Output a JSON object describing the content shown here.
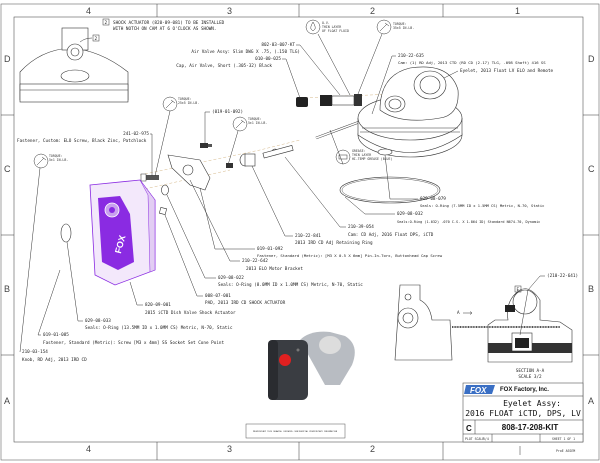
{
  "zones": {
    "columns": [
      "4",
      "3",
      "2",
      "1"
    ],
    "rows": [
      "D",
      "C",
      "B",
      "A"
    ]
  },
  "note": {
    "marker": "2",
    "line1": "SHOCK ACTUATOR (820-09-081) TO BE INSTALLED",
    "line2": "WITH NOTCH ON CAM AT 6 O'CLOCK AS SHOWN."
  },
  "note_callout": "2",
  "symbols": {
    "ov": [
      "O.V.",
      "THIN LAYER",
      "OF FLOAT FLUID"
    ],
    "torque_top": [
      "TORQUE:",
      "35±5 IN.LB."
    ],
    "torque_a": [
      "TORQUE:",
      "25±5 IN.LB."
    ],
    "torque_b": [
      "TORQUE:",
      "5±1 IN.LB."
    ],
    "torque_c": [
      "TORQUE:",
      "5±1 IN.LB."
    ],
    "grease": [
      "GREASE:",
      "THIN LAYER",
      "HI-TEMP GREASE (BLUE)"
    ]
  },
  "callouts": [
    {
      "part": "802-03-007-KT",
      "desc": "Air Valve Assy: Slim DWG X .75, (.150 TLG)"
    },
    {
      "part": "010-00-025",
      "desc": "Cap, Air Valve, Short (.305-32) Black"
    },
    {
      "part": "210-22-635",
      "desc": "Cam: (1) RD Adj, 2013 CTD (RD CD (2.17) TLG, .098 Shaft) 416 SS"
    },
    {
      "part": "",
      "desc": "Eyelet, 2013 Float LV ELO and Remote"
    },
    {
      "part": "(019-01-092)",
      "desc": ""
    },
    {
      "part": "241-02-975",
      "desc": "Fastener, Custom: ELO Screw, Black Zinc, Patchlock"
    },
    {
      "part": "029-08-079",
      "desc": "Seals: O-Ring (7.5MM ID x 1.5MM CS) Metric, N-70, Static"
    },
    {
      "part": "029-08-032",
      "desc": "Seals:O-Ring (1-032) .070 C.S. X 1.864 ID) Standard N674-70, Dynamic"
    },
    {
      "part": "210-39-054",
      "desc": "Cam: CD Adj, 2016 Float DPS, iCTD"
    },
    {
      "part": "210-22-841",
      "desc": "2013 IRD CD Adj Retaining Ring"
    },
    {
      "part": "019-01-092",
      "desc": "Fastener, Standard (Metric): [M3 X 0.5 X 6mm] Pin-In-Torx, Buttonhead Cap Screw"
    },
    {
      "part": "210-22-642",
      "desc": "2013 ELO Motor Bracket"
    },
    {
      "part": "029-08-022",
      "desc": "Seals: O-Ring (8.0MM ID x 1.0MM CS) Metric, N-70, Static"
    },
    {
      "part": "008-07-001",
      "desc": "PAD, 2013 IRD CD SHOCK ACTUATOR"
    },
    {
      "part": "820-09-001",
      "desc": "2015 iCTD Dish Valve Shock Actuator"
    },
    {
      "part": "029-08-033",
      "desc": "Seals: O-Ring (13.5MM ID x 1.0MM CS) Metric, N-70, Static"
    },
    {
      "part": "019-01-085",
      "desc": "Fastener, Standard (Metric): Screw [M3 x 4mm] SS Socket Set Cone Point"
    },
    {
      "part": "210-03-154",
      "desc": "Knob, RD Adj, 2013 IRD CD"
    },
    {
      "part": "(210-22-641)",
      "desc": ""
    }
  ],
  "section": {
    "marker": "A",
    "detail_marker": "E",
    "title": "SECTION  A-A",
    "scale": "SCALE  3/2"
  },
  "title_block": {
    "logo": "FOX",
    "company": "FOX Factory, Inc.",
    "title_line1": "Eyelet Assy:",
    "title_line2": "2016 FLOAT iCTD, DPS, LV",
    "size": "C",
    "drawing_number": "808-17-208-KIT",
    "plot_scale_label": "PLOT SCALE",
    "plot_scale": "5/4",
    "sheet": "SHEET 1 OF 1",
    "footer": "ProE ASSEM"
  },
  "proprietary_notice": "PROPRIETARY THIS DRAWING CONTAINS CONFIDENTIAL PROPRIETARY INFORMATION",
  "colors": {
    "actuator": "#8a2be2",
    "button": "#e02020",
    "lead_line": "#c9a46a"
  }
}
